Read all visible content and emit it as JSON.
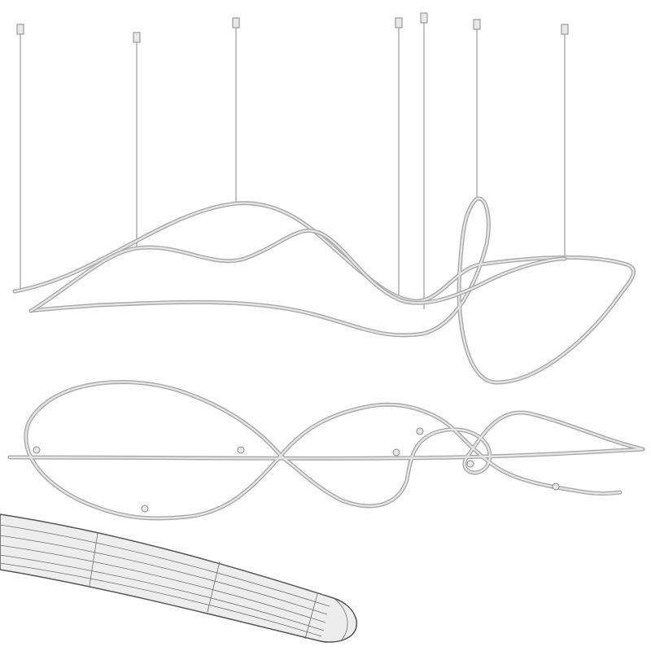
{
  "colors": {
    "background": "#ffffff",
    "tube_outline": "#a9a9a9",
    "tube_fill": "#e6e6e6",
    "wire": "#8a8a8a",
    "wireframe_lines": "#6f6f6f"
  },
  "views": [
    "front-view",
    "top-view",
    "tube-detail"
  ],
  "canopies": 7,
  "ceiling_mounts": 7,
  "top_view_mount_points": 7
}
